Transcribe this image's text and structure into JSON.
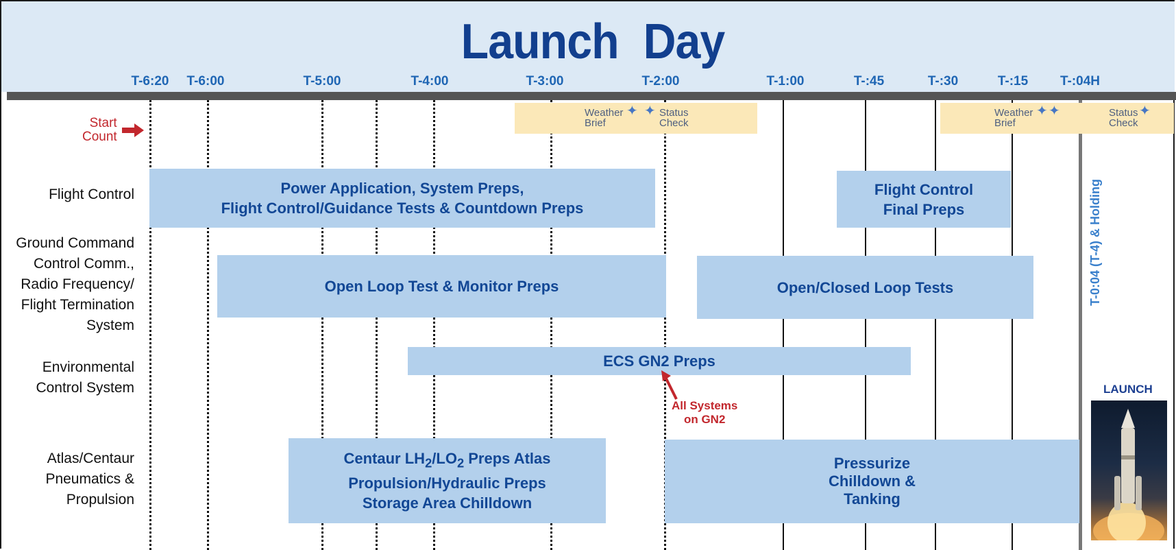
{
  "title": "Launch  Day",
  "timeline": [
    "T-6:20",
    "T-6:00",
    "T-5:00",
    "T-4:00",
    "T-3:00",
    "T-2:00",
    "T-1:00",
    "T-:45",
    "T-:30",
    "T-:15",
    "T-:04H"
  ],
  "start_count": "Start\nCount",
  "weather_1": {
    "weather": "Weather\nBrief",
    "status": "Status\nCheck"
  },
  "weather_2": {
    "weather": "Weather\nBrief",
    "status": "Status\nCheck"
  },
  "rows": {
    "flight_control": "Flight Control",
    "ground_command": "Ground Command\nControl Comm.,\nRadio Frequency/\nFlight Termination\nSystem",
    "environmental": "Environmental\nControl System",
    "atlas_centaur": "Atlas/Centaur\nPneumatics &\nPropulsion"
  },
  "bars": {
    "power_app": "Power Application, System Preps,\nFlight Control/Guidance Tests & Countdown Preps",
    "fc_final": "Flight Control\nFinal Preps",
    "open_loop": "Open Loop Test & Monitor Preps",
    "open_closed": "Open/Closed Loop Tests",
    "ecs": "ECS GN2 Preps",
    "centaur_1": "Centaur LH",
    "centaur_sub1": "2",
    "centaur_2": "/LO",
    "centaur_sub2": "2",
    "centaur_3": " Preps Atlas",
    "centaur_4": "Propulsion/Hydraulic Preps\nStorage Area Chilldown",
    "pressurize": "Pressurize\nChilldown &\nTanking"
  },
  "gn2_note": "All Systems\non GN2",
  "holding": "T-0:04 (T-4) & Holding",
  "launch": "LAUNCH",
  "colors": {
    "title": "#123f8e",
    "tick": "#1f66b4",
    "bar": "#b3d0ec",
    "bar_text": "#124795",
    "note": "#c2272d",
    "weather_bg": "#fbe8b8"
  }
}
